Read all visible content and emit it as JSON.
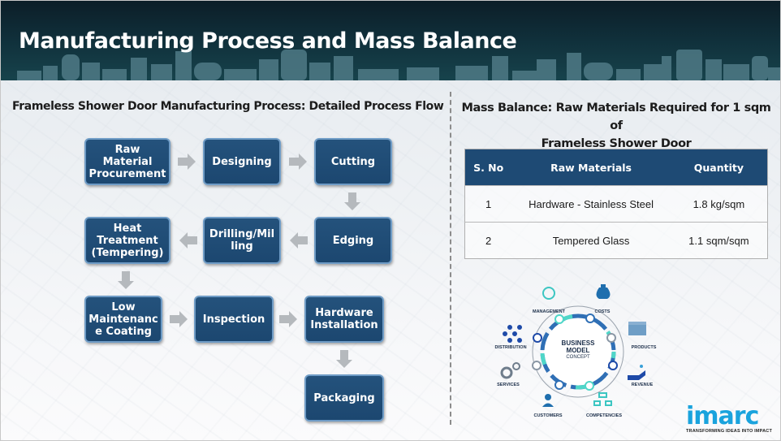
{
  "header": {
    "title": "Manufacturing Process and Mass Balance"
  },
  "process_flow": {
    "title": "Frameless Shower Door Manufacturing Process: Detailed Process Flow",
    "steps": [
      {
        "lines": [
          "Raw Material",
          "Procurement"
        ]
      },
      {
        "lines": [
          "Designing"
        ]
      },
      {
        "lines": [
          "Cutting"
        ]
      },
      {
        "lines": [
          "Edging"
        ]
      },
      {
        "lines": [
          "Drilling/Mil",
          "ling"
        ]
      },
      {
        "lines": [
          "Heat",
          "Treatment",
          "(Tempering)"
        ]
      },
      {
        "lines": [
          "Low",
          "Maintenanc",
          "e Coating"
        ]
      },
      {
        "lines": [
          "Inspection"
        ]
      },
      {
        "lines": [
          "Hardware",
          "Installation"
        ]
      },
      {
        "lines": [
          "Packaging"
        ]
      }
    ]
  },
  "mass_balance": {
    "title_line1": "Mass Balance: Raw Materials Required for 1 sqm of",
    "title_line2": "Frameless Shower Door",
    "columns": [
      "S. No",
      "Raw Materials",
      "Quantity"
    ],
    "rows": [
      [
        "1",
        "Hardware - Stainless Steel",
        "1.8 kg/sqm"
      ],
      [
        "2",
        "Tempered Glass",
        "1.1 sqm/sqm"
      ]
    ]
  },
  "business_model": {
    "center_line1": "BUSINESS",
    "center_line2": "MODEL",
    "center_line3": "CONCEPT",
    "labels": {
      "management": "MANAGEMENT",
      "costs": "COSTS",
      "products": "PRODUCTS",
      "revenue": "REVENUE",
      "competencies": "COMPETENCIES",
      "customers": "CUSTOMERS",
      "services": "SERVICES",
      "distribution": "DISTRIBUTION"
    }
  },
  "logo": {
    "word": "imarc",
    "tagline": "TRANSFORMING IDEAS INTO IMPACT"
  },
  "colors": {
    "box_fill": "#1e4a74",
    "box_border": "#6f9cc6",
    "table_header": "#1e4a74",
    "logo": "#1aa3dd",
    "header_bg": "#10303b"
  }
}
